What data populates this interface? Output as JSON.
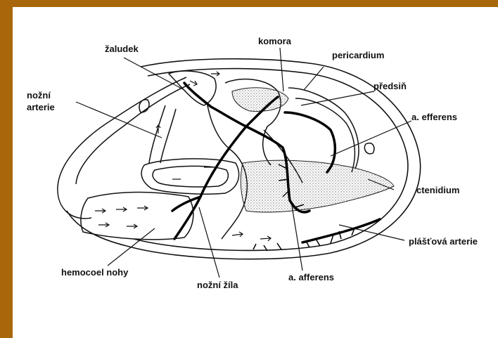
{
  "colors": {
    "frame": "#a8670a",
    "background": "#ffffff",
    "ink": "#111111"
  },
  "labels": {
    "zaludek": "žaludek",
    "komora": "komora",
    "pericardium": "pericardium",
    "predsin": "předsiň",
    "nozni_arterie_1": "nožní",
    "nozni_arterie_2": "arterie",
    "a_efferens": "a. efferens",
    "ctenidium": "ctenidium",
    "plastova_arterie": "plášťová arterie",
    "hemocoel_nohy": "hemocoel nohy",
    "nozni_zila": "nožní žíla",
    "a_afferens": "a. afferens"
  }
}
